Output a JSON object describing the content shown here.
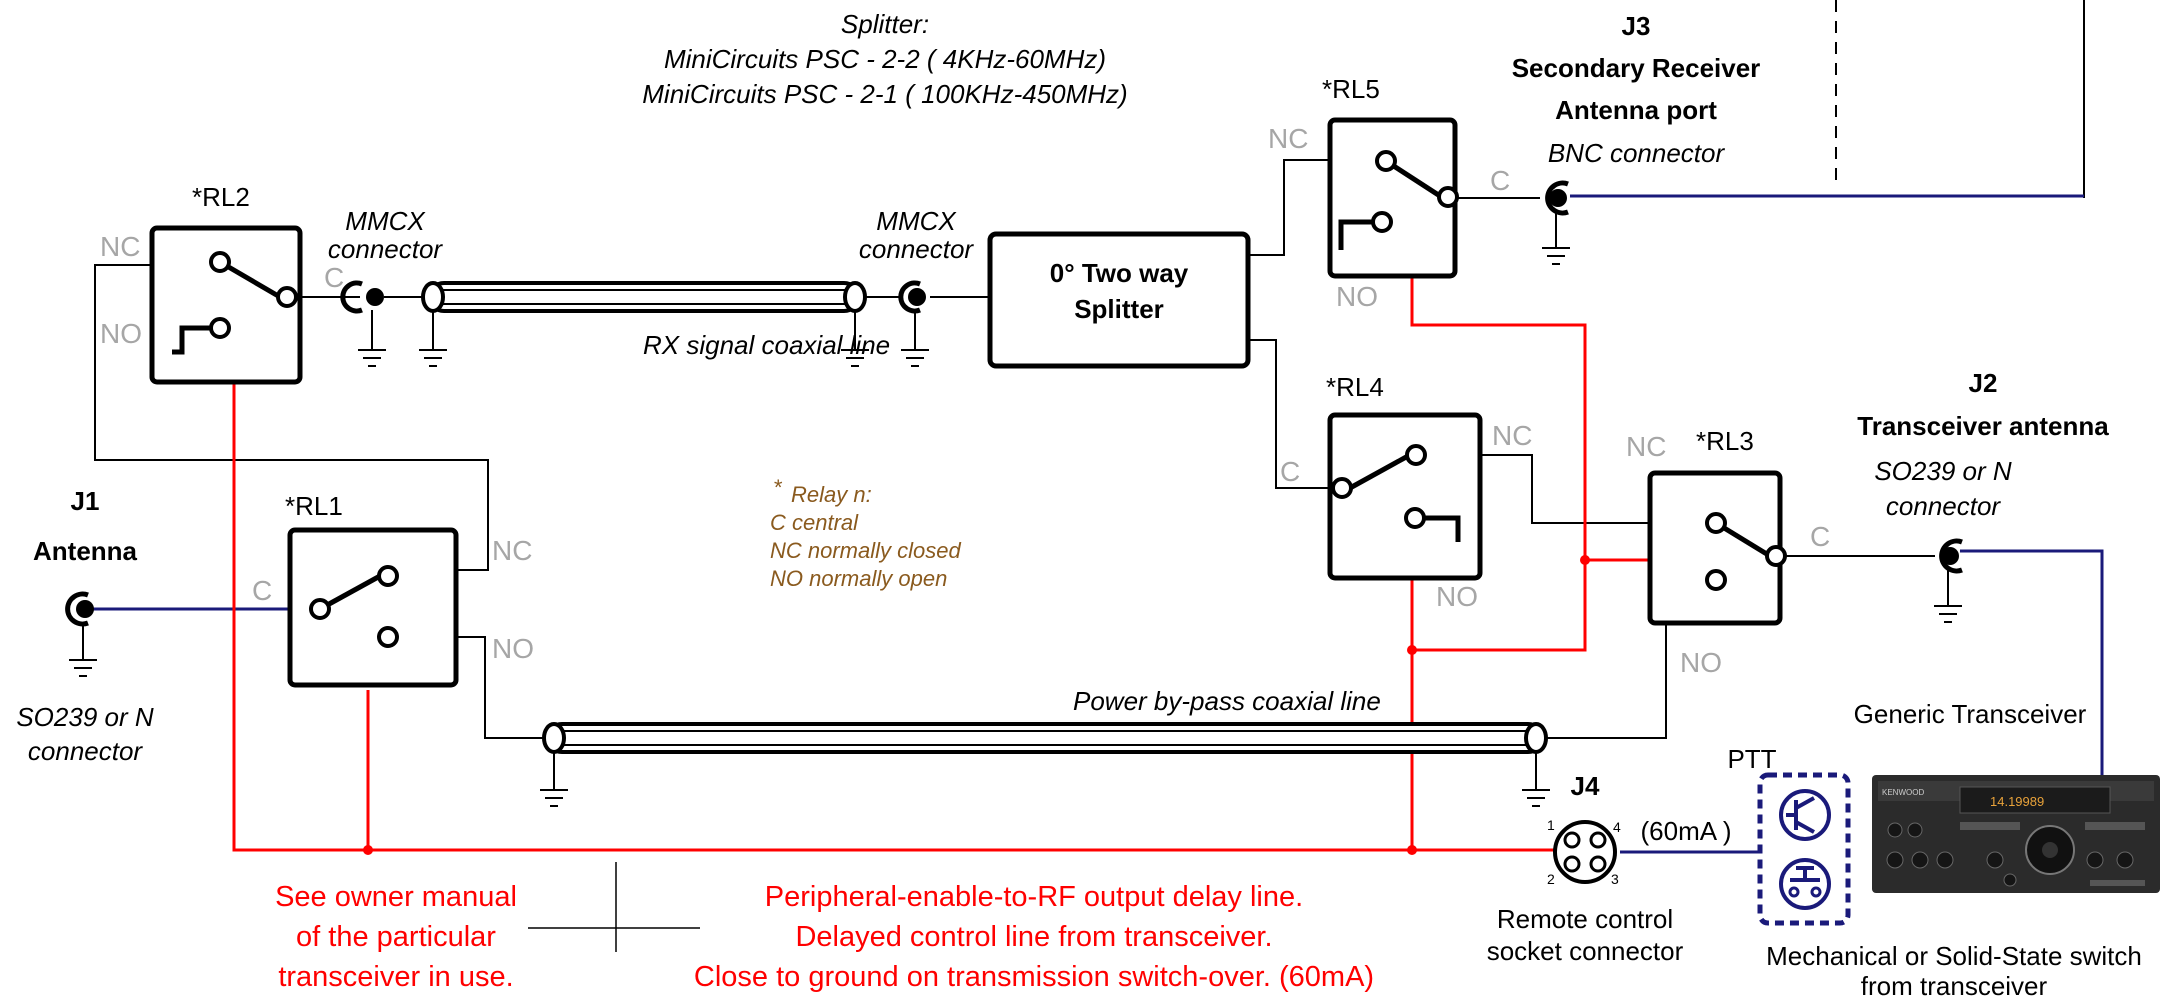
{
  "splitter_note": {
    "line1": "Splitter:",
    "line2": "MiniCircuits PSC - 2-2 ( 4KHz-60MHz)",
    "line3": "MiniCircuits PSC - 2-1 ( 100KHz-450MHz)"
  },
  "splitter_box": {
    "line1": "0° Two way",
    "line2": "Splitter"
  },
  "j3": {
    "id": "J3",
    "line1": "Secondary Receiver",
    "line2": "Antenna port",
    "connector": "BNC connector"
  },
  "j2": {
    "id": "J2",
    "title": "Transceiver antenna",
    "connector_line1": "SO239 or N",
    "connector_line2": "connector"
  },
  "j1": {
    "id": "J1",
    "title": "Antenna",
    "connector_line1": "SO239 or N",
    "connector_line2": "connector"
  },
  "j4": {
    "id": "J4",
    "caption_line1": "Remote control",
    "caption_line2": "socket connector",
    "pins": [
      "1",
      "2",
      "3",
      "4"
    ]
  },
  "relays": {
    "rl1": "*RL1",
    "rl2": "*RL2",
    "rl3": "*RL3",
    "rl4": "*RL4",
    "rl5": "*RL5"
  },
  "contacts": {
    "nc": "NC",
    "no": "NO",
    "c": "C"
  },
  "mmcx": {
    "line1": "MMCX",
    "line2": "connector"
  },
  "rx_line_label": "RX signal coaxial line",
  "bypass_line_label": "Power by-pass coaxial line",
  "legend": {
    "star": "*",
    "line1": "Relay n:",
    "line2": "C  central",
    "line3": "NC normally closed",
    "line4": "NO normally open"
  },
  "notes": {
    "owner_line1": "See owner manual",
    "owner_line2": "of the particular",
    "owner_line3": "transceiver in use.",
    "delay_line1": "Peripheral-enable-to-RF output delay line.",
    "delay_line2": "Delayed control line from transceiver.",
    "delay_line3": "Close to ground on transmission switch-over. (60mA)"
  },
  "current_label": "(60mA )",
  "ptt_label": "PTT",
  "transceiver": {
    "label": "Generic Transceiver",
    "freq": "14.19989",
    "brand": "KENWOOD"
  },
  "switch_caption": {
    "line1": "Mechanical or  Solid-State switch",
    "line2": "from transceiver"
  },
  "colors": {
    "control_line": "#ff0000",
    "rf_line": "#1a1a7a",
    "contact_label": "#a6a6a6",
    "legend": "#8a5a1e",
    "ptt_box": "#1a1a7a"
  }
}
